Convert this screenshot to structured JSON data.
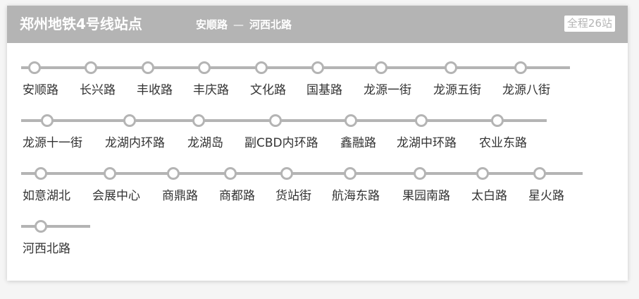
{
  "header": {
    "line_title": "郑州地铁4号线站点",
    "route_start": "安顺路",
    "route_separator": "—",
    "route_end": "河西北路",
    "station_count": "全程26站"
  },
  "colors": {
    "header_bg": "#b4b4b4",
    "track": "#b4b4b4",
    "text": "#333333"
  },
  "rows": [
    [
      "安顺路",
      "长兴路",
      "丰收路",
      "丰庆路",
      "文化路",
      "国基路",
      "龙源一街",
      "龙源五街",
      "龙源八街"
    ],
    [
      "龙源十一街",
      "龙湖内环路",
      "龙湖岛",
      "副CBD内环路",
      "鑫融路",
      "龙湖中环路",
      "农业东路"
    ],
    [
      "如意湖北",
      "会展中心",
      "商鼎路",
      "商都路",
      "货站街",
      "航海东路",
      "果园南路",
      "太白路",
      "星火路"
    ],
    [
      "河西北路"
    ]
  ]
}
